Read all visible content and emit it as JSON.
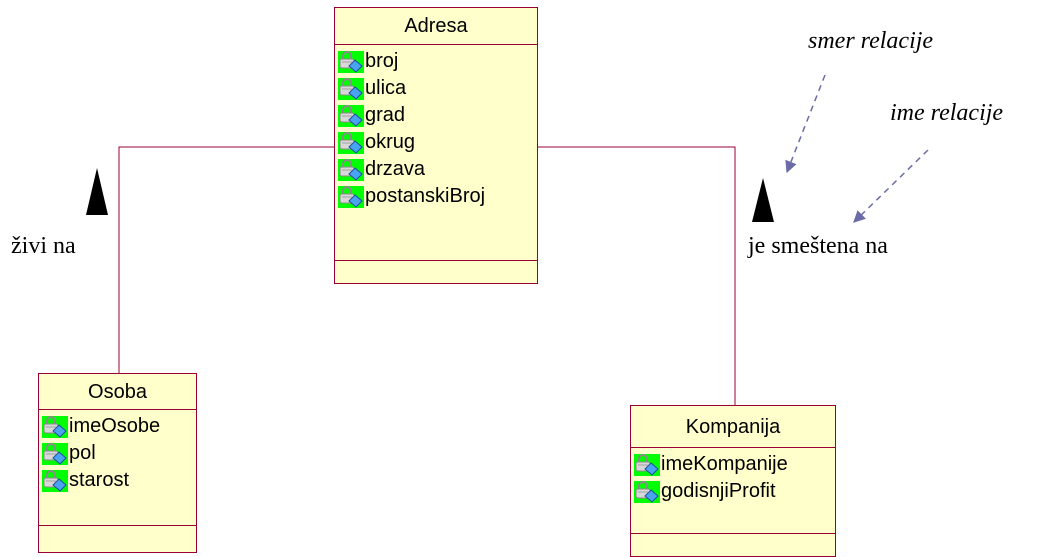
{
  "classes": {
    "adresa": {
      "name": "Adresa",
      "attributes": [
        "broj",
        "ulica",
        "grad",
        "okrug",
        "drzava",
        "postanskiBroj"
      ]
    },
    "osoba": {
      "name": "Osoba",
      "attributes": [
        "imeOsobe",
        "pol",
        "starost"
      ]
    },
    "kompanija": {
      "name": "Kompanija",
      "attributes": [
        "imeKompanije",
        "godisnjiProfit"
      ]
    }
  },
  "labels": {
    "zivi_na": "živi na",
    "je_smestena_na": "je smeštena na",
    "smer_relacije": "smer relacije",
    "ime_relacije": "ime relacije"
  },
  "colors": {
    "class_fill": "#ffffcc",
    "class_border": "#990033",
    "association_line": "#990033",
    "annotation_arrow": "#6b6ba8",
    "icon_background": "#00ff00"
  },
  "icons": {
    "attribute": "private-attribute-icon",
    "direction": "direction-triangle-icon"
  }
}
